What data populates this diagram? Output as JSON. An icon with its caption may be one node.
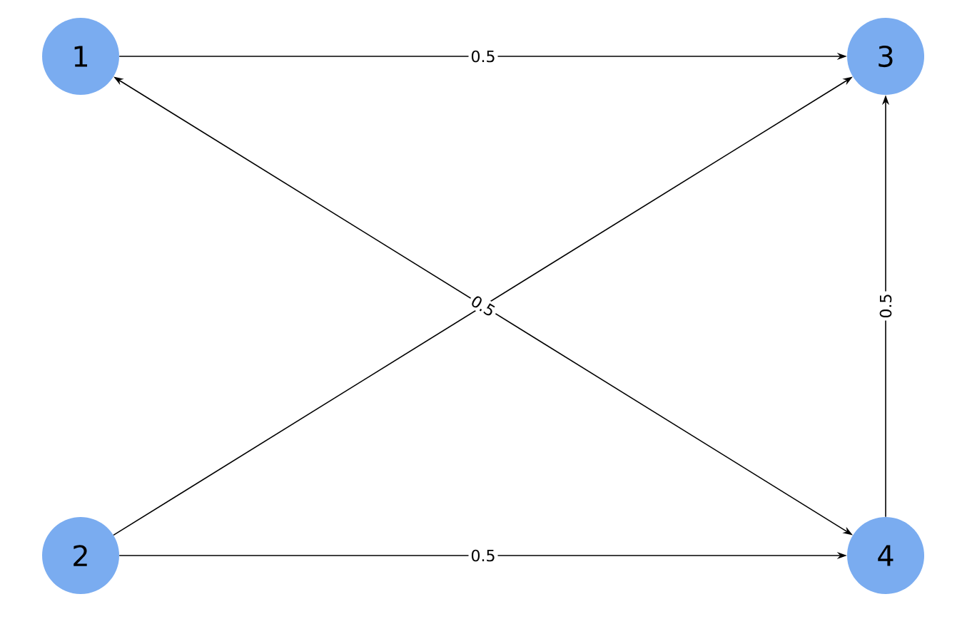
{
  "diagram": {
    "nodes": [
      {
        "text": [
          "1"
        ]
      },
      {
        "text": [
          "2"
        ]
      },
      {
        "text": [
          "3"
        ]
      },
      {
        "text": [
          "4"
        ]
      }
    ],
    "edges": [
      {
        "from": 0,
        "to": 2,
        "arrow": "to",
        "label": "0.5"
      },
      {
        "from": 0,
        "to": 3,
        "arrow": "both",
        "label": "0.5"
      },
      {
        "from": 1,
        "to": 2,
        "arrow": "to"
      },
      {
        "from": 1,
        "to": 3,
        "arrow": "to",
        "label": "0.5"
      },
      {
        "from": 3,
        "to": 2,
        "arrow": "to",
        "label": "0.5"
      }
    ]
  }
}
